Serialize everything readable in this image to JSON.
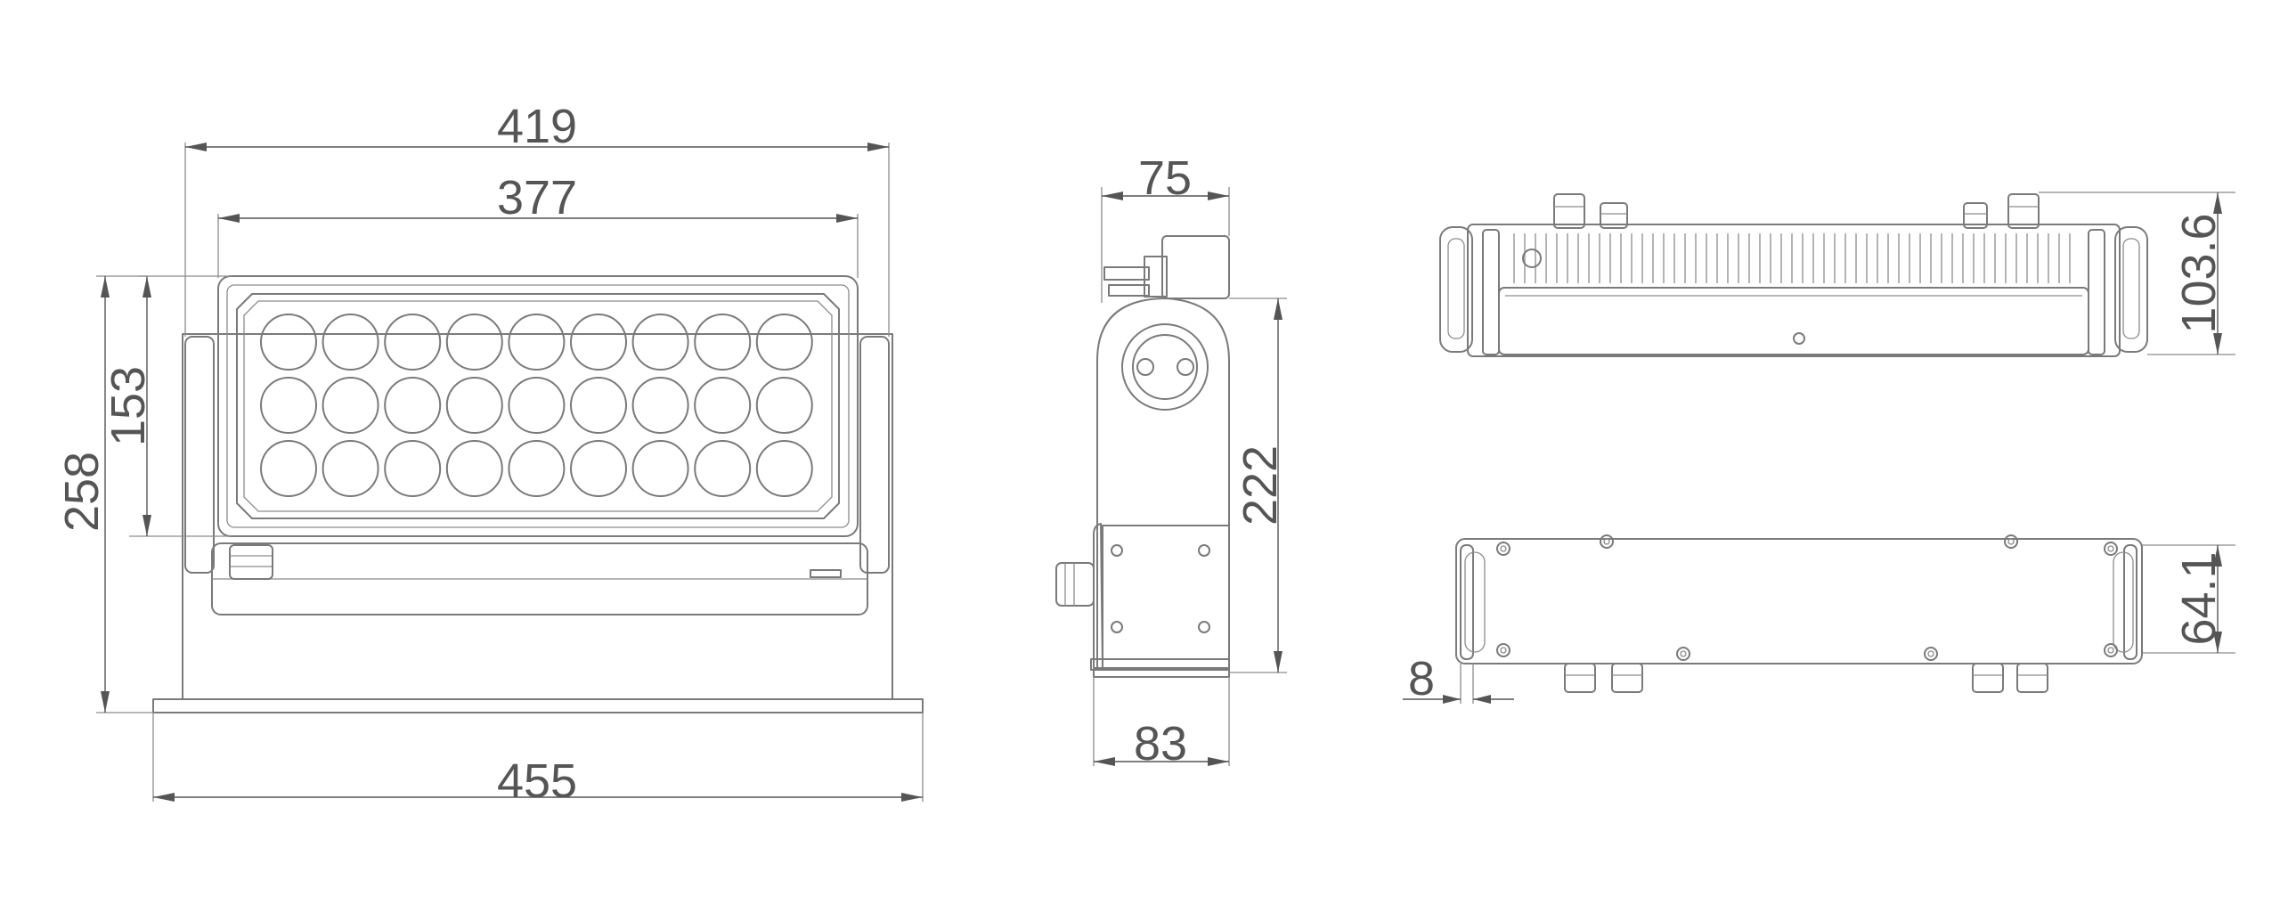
{
  "dimensions": {
    "front_overall_width": "419",
    "front_lens_width": "377",
    "front_lens_height": "153",
    "front_overall_height": "258",
    "front_base_width": "455",
    "side_top_depth": "75",
    "side_height": "222",
    "side_base_depth": "83",
    "top_view_height": "103.6",
    "bottom_view_depth": "64.1",
    "bottom_view_offset": "8"
  },
  "colors": {
    "line": "#7a7a7a",
    "dimension": "#555555",
    "background": "#ffffff"
  }
}
